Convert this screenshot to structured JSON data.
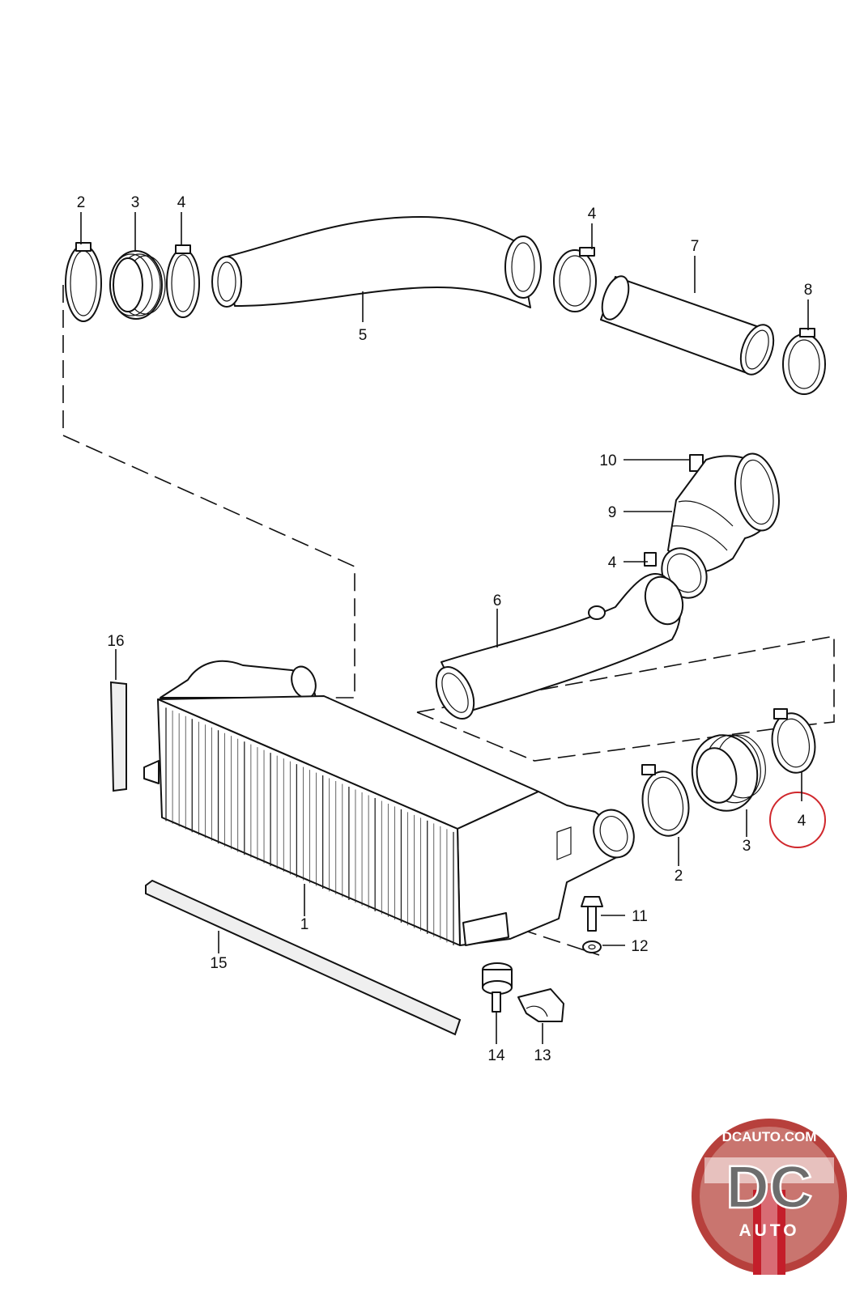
{
  "callouts": {
    "c2a": "2",
    "c3a": "3",
    "c4a": "4",
    "c5": "5",
    "c4b": "4",
    "c7": "7",
    "c8": "8",
    "c10": "10",
    "c9": "9",
    "c4c": "4",
    "c6": "6",
    "c16": "16",
    "c1": "1",
    "c2b": "2",
    "c3b": "3",
    "c4d": "4",
    "c11": "11",
    "c12": "12",
    "c15": "15",
    "c14": "14",
    "c13": "13"
  },
  "highlight": {
    "part": "4",
    "color": "#d0282d"
  },
  "logo": {
    "top_text": "DCAUTO.COM",
    "mark": "DC",
    "sub_text": "AUTO",
    "colors": {
      "ring": "#b7403c",
      "mark": "#6d6d6d",
      "stripe": "#c41e2a"
    }
  }
}
